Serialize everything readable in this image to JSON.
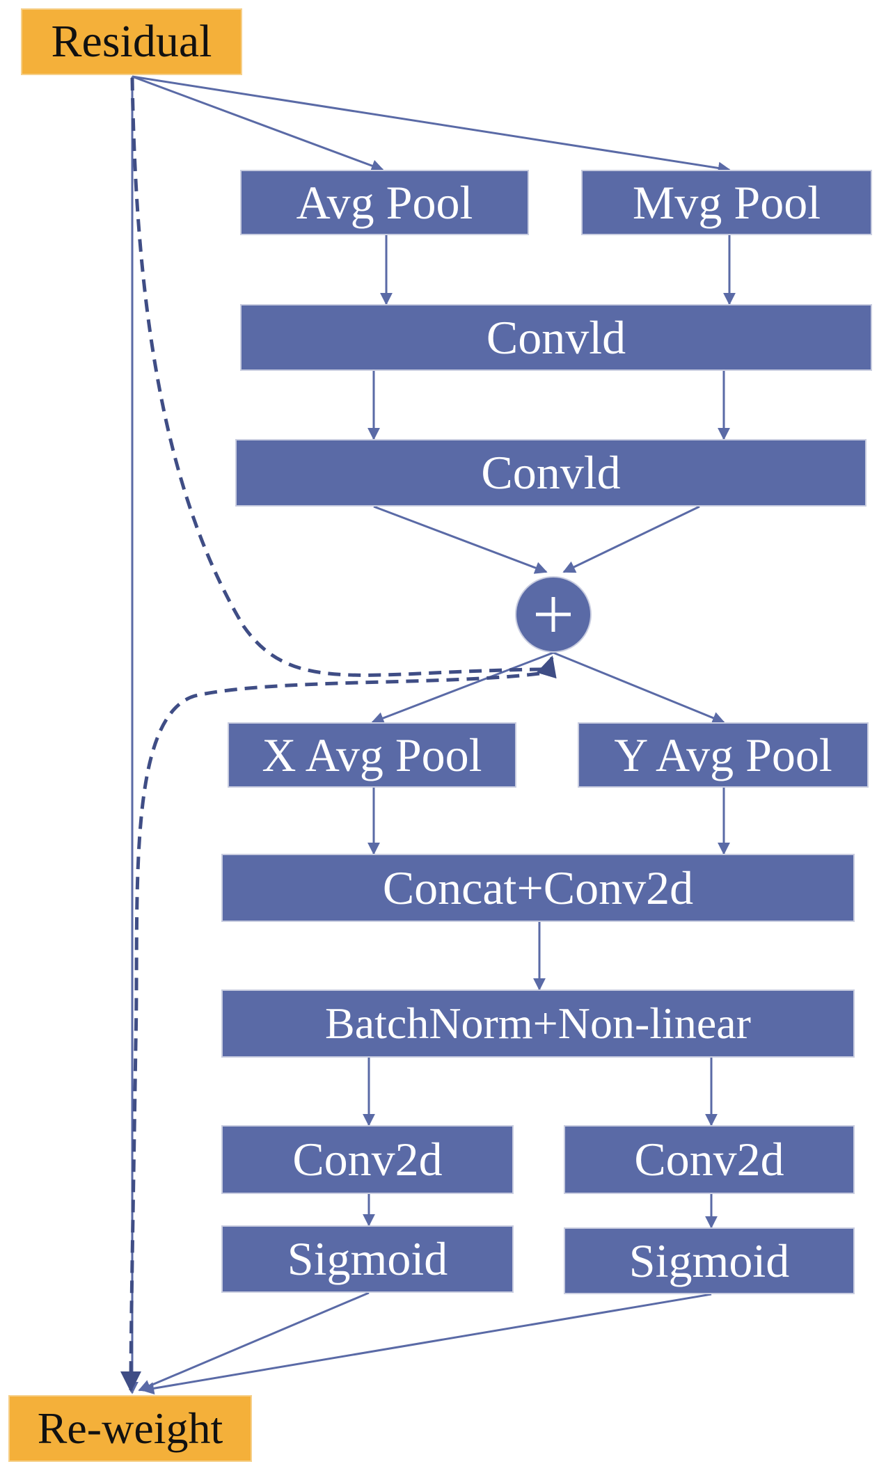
{
  "diagram": {
    "input": "Residual",
    "output": "Re-weight",
    "operator_symbol": "+",
    "blocks": {
      "avg_pool": "Avg Pool",
      "mvg_pool": "Mvg Pool",
      "conv1d_top": "Convld",
      "conv1d_bottom": "Convld",
      "x_avg_pool": "X Avg Pool",
      "y_avg_pool": "Y Avg Pool",
      "concat_conv2d": "Concat+Conv2d",
      "batchnorm": "BatchNorm+Non-linear",
      "conv2d_left": "Conv2d",
      "conv2d_right": "Conv2d",
      "sigmoid_left": "Sigmoid",
      "sigmoid_right": "Sigmoid"
    },
    "colors": {
      "block_fill": "#5a6aa6",
      "io_fill": "#f4b03a",
      "edge": "#5a6aa6",
      "skip_edge": "#3f4d85"
    }
  }
}
